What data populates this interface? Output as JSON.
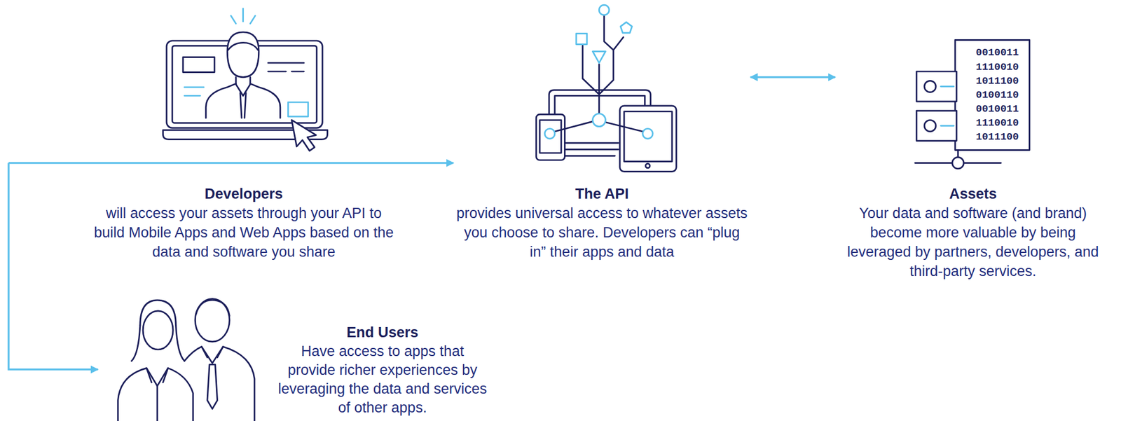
{
  "diagram": {
    "nodes": [
      {
        "text": [
          "Developers",
          "will access your assets through your API to build Mobile Apps and Web Apps based on the data and software you share"
        ]
      },
      {
        "text": [
          "The API",
          "provides universal access to whatever assets you choose to share. Developers can “plug in” their apps and data"
        ]
      },
      {
        "text": [
          "Assets",
          "Your data and software (and brand) become more valuable by being leveraged by partners, developers, and third-party services."
        ]
      },
      {
        "text": [
          "End Users",
          "Have access to apps that provide richer experiences by leveraging the data and services of other apps."
        ]
      }
    ],
    "edges": [
      {
        "from": 0,
        "to": 1,
        "arrow": "to"
      },
      {
        "from": 0,
        "to": 3,
        "arrow": "to"
      },
      {
        "from": 1,
        "to": 2,
        "arrow": "both"
      }
    ],
    "labels": [
      "0010011",
      "1110010",
      "1011100",
      "0100110",
      "0010011",
      "1110010",
      "1011100"
    ]
  }
}
